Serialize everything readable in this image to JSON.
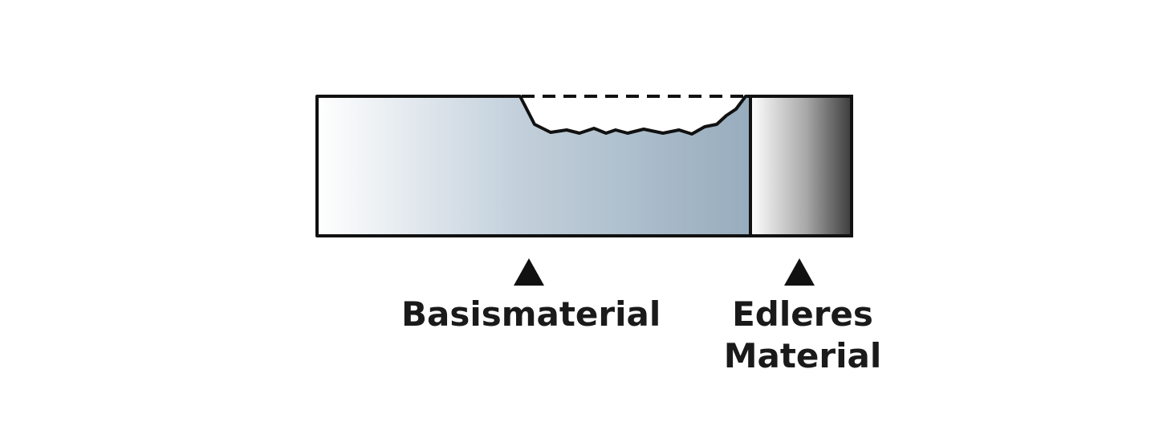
{
  "labels": {
    "base_material": "Basismaterial",
    "noble_material_line1": "Edleres",
    "noble_material_line2": "Material"
  },
  "colors": {
    "outline": "#111111",
    "base_gradient_start": "#ffffff",
    "base_gradient_end": "#97acbd",
    "noble_gradient_start": "#ffffff",
    "noble_gradient_end": "#3c3c3c",
    "background": "#ffffff"
  },
  "icons": {
    "base_pointer": "triangle-up-icon",
    "noble_pointer": "triangle-up-icon"
  }
}
